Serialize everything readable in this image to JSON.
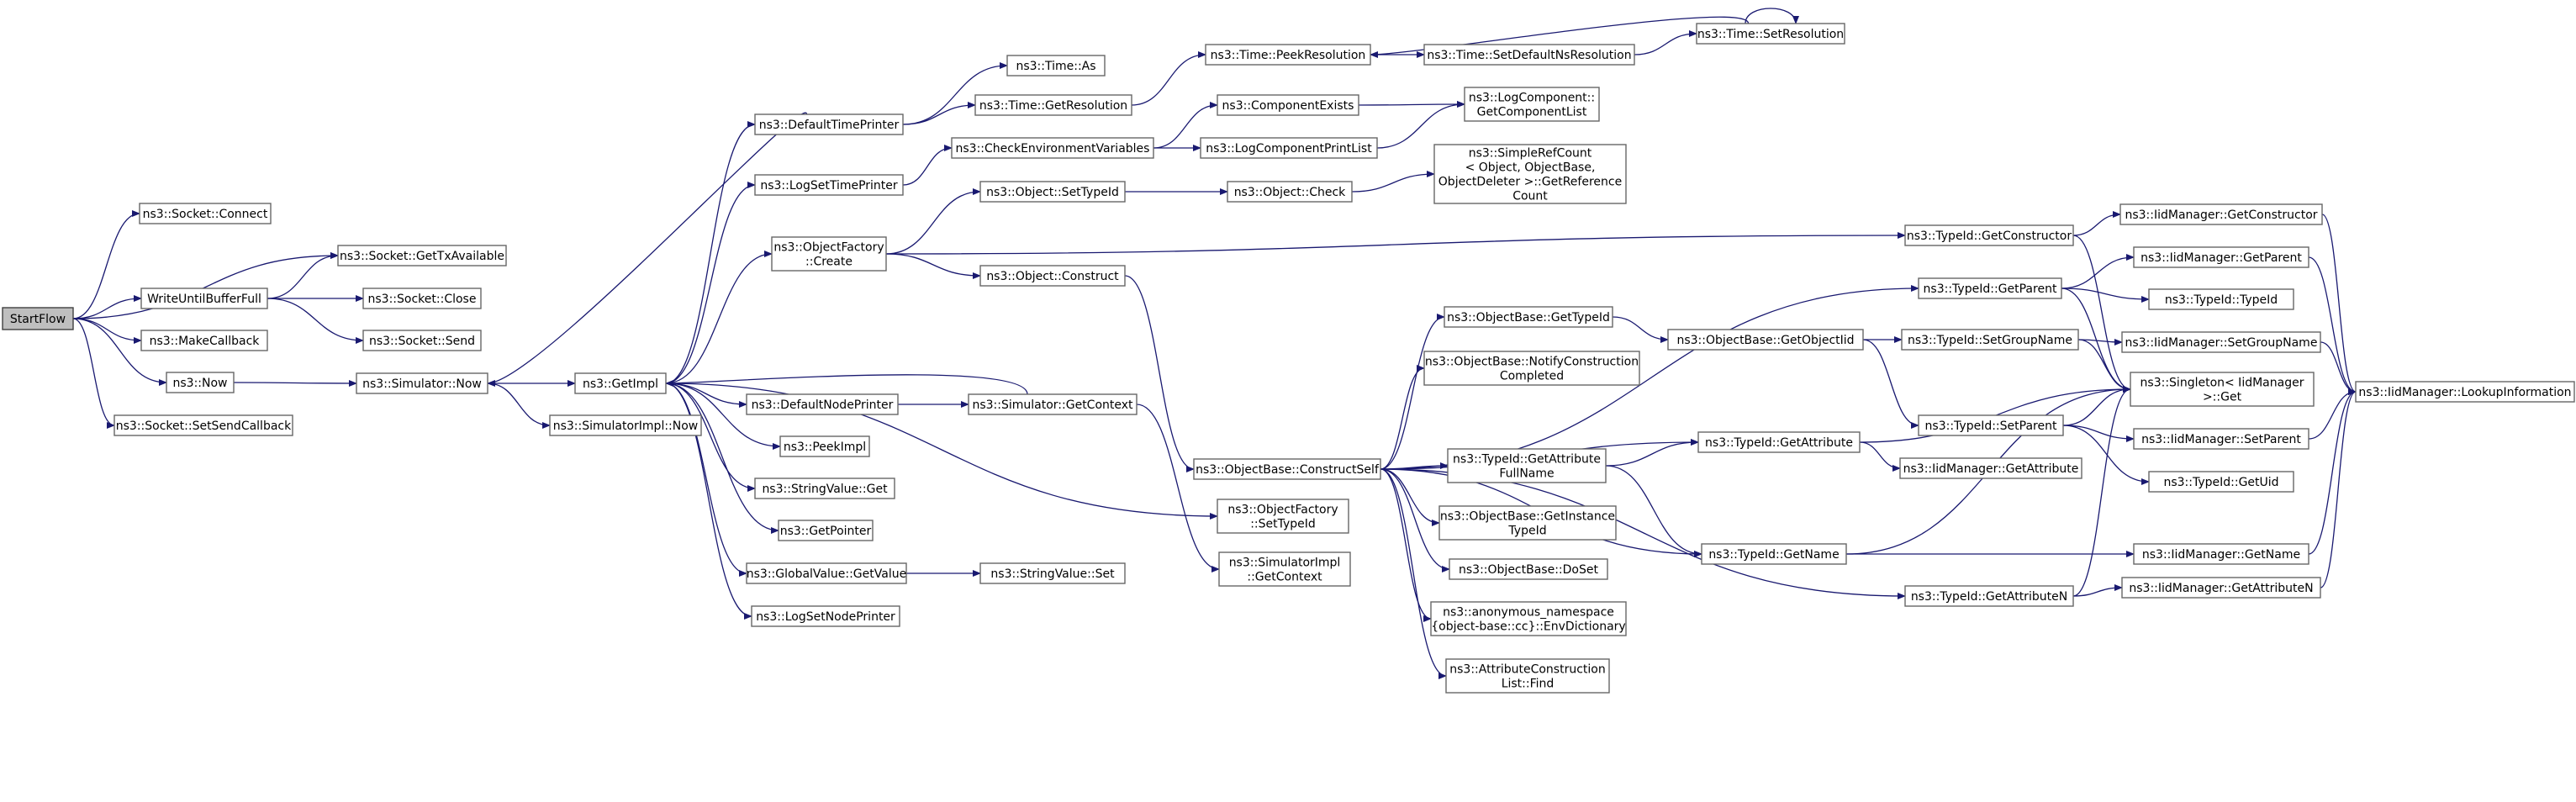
{
  "nodes": {
    "startflow": [
      "StartFlow"
    ],
    "socket-connect": [
      "ns3::Socket::Connect"
    ],
    "socket-gettxavailable": [
      "ns3::Socket::GetTxAvailable"
    ],
    "writeuntilbufferfull": [
      "WriteUntilBufferFull"
    ],
    "socket-close": [
      "ns3::Socket::Close"
    ],
    "makecallback": [
      "ns3::MakeCallback"
    ],
    "socket-send": [
      "ns3::Socket::Send"
    ],
    "now": [
      "ns3::Now"
    ],
    "simulator-now": [
      "ns3::Simulator::Now"
    ],
    "socket-setsendcallback": [
      "ns3::Socket::SetSendCallback"
    ],
    "simulatorimpl-now": [
      "ns3::SimulatorImpl::Now"
    ],
    "getimpl": [
      "ns3::GetImpl"
    ],
    "defaulttimeprinter": [
      "ns3::DefaultTimePrinter"
    ],
    "logsettimeprinter": [
      "ns3::LogSetTimePrinter"
    ],
    "objectfactory-create": [
      "ns3::ObjectFactory",
      "::Create"
    ],
    "defaultnodeprinter": [
      "ns3::DefaultNodePrinter"
    ],
    "peekimpl": [
      "ns3::PeekImpl"
    ],
    "stringvalue-get": [
      "ns3::StringValue::Get"
    ],
    "getpointer": [
      "ns3::GetPointer"
    ],
    "globalvalue-getvalue": [
      "ns3::GlobalValue::GetValue"
    ],
    "logsetnodeprinter": [
      "ns3::LogSetNodePrinter"
    ],
    "time-as": [
      "ns3::Time::As"
    ],
    "time-getresolution": [
      "ns3::Time::GetResolution"
    ],
    "checkenvironmentvariables": [
      "ns3::CheckEnvironmentVariables"
    ],
    "object-settypeid": [
      "ns3::Object::SetTypeId"
    ],
    "object-construct": [
      "ns3::Object::Construct"
    ],
    "simulator-getcontext": [
      "ns3::Simulator::GetContext"
    ],
    "stringvalue-set": [
      "ns3::StringValue::Set"
    ],
    "objectfactory-settypeid": [
      "ns3::ObjectFactory",
      "::SetTypeId"
    ],
    "simulatorimpl-getcontext": [
      "ns3::SimulatorImpl",
      "::GetContext"
    ],
    "time-peekresolution": [
      "ns3::Time::PeekResolution"
    ],
    "componentexists": [
      "ns3::ComponentExists"
    ],
    "logcomponentprintlist": [
      "ns3::LogComponentPrintList"
    ],
    "object-check": [
      "ns3::Object::Check"
    ],
    "objectbase-constructself": [
      "ns3::ObjectBase::ConstructSelf"
    ],
    "time-setdefaultnsresolution": [
      "ns3::Time::SetDefaultNsResolution"
    ],
    "logcomponent-getcomponentlist": [
      "ns3::LogComponent::",
      "GetComponentList"
    ],
    "simplerefcount-getreferencecount": [
      "ns3::SimpleRefCount",
      "< Object, ObjectBase,",
      " ObjectDeleter >::GetReference",
      "Count"
    ],
    "objectbase-gettypeid": [
      "ns3::ObjectBase::GetTypeId"
    ],
    "objectbase-notifyconstructioncompleted": [
      "ns3::ObjectBase::NotifyConstruction",
      "Completed"
    ],
    "typeid-getattributefullname": [
      "ns3::TypeId::GetAttribute",
      "FullName"
    ],
    "objectbase-getinstancetypeid": [
      "ns3::ObjectBase::GetInstance",
      "TypeId"
    ],
    "objectbase-doset": [
      "ns3::ObjectBase::DoSet"
    ],
    "anon-envdictionary": [
      "ns3::anonymous_namespace",
      "{object-base::cc}::EnvDictionary"
    ],
    "attributeconstructionlist-find": [
      "ns3::AttributeConstruction",
      "List::Find"
    ],
    "time-setresolution": [
      "ns3::Time::SetResolution"
    ],
    "objectbase-getobjectiid": [
      "ns3::ObjectBase::GetObjectIid"
    ],
    "typeid-getattribute": [
      "ns3::TypeId::GetAttribute"
    ],
    "typeid-getname": [
      "ns3::TypeId::GetName"
    ],
    "typeid-getconstructor": [
      "ns3::TypeId::GetConstructor"
    ],
    "typeid-getparent": [
      "ns3::TypeId::GetParent"
    ],
    "typeid-setgroupname": [
      "ns3::TypeId::SetGroupName"
    ],
    "typeid-setparent": [
      "ns3::TypeId::SetParent"
    ],
    "iidmanager-getattribute": [
      "ns3::IidManager::GetAttribute"
    ],
    "typeid-getattributen": [
      "ns3::TypeId::GetAttributeN"
    ],
    "iidmanager-getconstructor": [
      "ns3::IidManager::GetConstructor"
    ],
    "iidmanager-getparent": [
      "ns3::IidManager::GetParent"
    ],
    "typeid-typeid": [
      "ns3::TypeId::TypeId"
    ],
    "iidmanager-setgroupname": [
      "ns3::IidManager::SetGroupName"
    ],
    "singleton-get": [
      "ns3::Singleton< IidManager",
      " >::Get"
    ],
    "iidmanager-setparent": [
      "ns3::IidManager::SetParent"
    ],
    "typeid-getuid": [
      "ns3::TypeId::GetUid"
    ],
    "iidmanager-getname": [
      "ns3::IidManager::GetName"
    ],
    "iidmanager-getattributen": [
      "ns3::IidManager::GetAttributeN"
    ],
    "iidmanager-lookupinformation": [
      "ns3::IidManager::LookupInformation"
    ]
  },
  "edges": [
    [
      "startflow",
      "socket-connect"
    ],
    [
      "startflow",
      "socket-gettxavailable"
    ],
    [
      "startflow",
      "writeuntilbufferfull"
    ],
    [
      "startflow",
      "makecallback"
    ],
    [
      "startflow",
      "now"
    ],
    [
      "startflow",
      "socket-setsendcallback"
    ],
    [
      "writeuntilbufferfull",
      "socket-gettxavailable"
    ],
    [
      "writeuntilbufferfull",
      "socket-close"
    ],
    [
      "writeuntilbufferfull",
      "socket-send"
    ],
    [
      "now",
      "simulator-now"
    ],
    [
      "simulator-now",
      "getimpl"
    ],
    [
      "simulator-now",
      "simulatorimpl-now"
    ],
    [
      "getimpl",
      "defaulttimeprinter"
    ],
    [
      "getimpl",
      "logsettimeprinter"
    ],
    [
      "getimpl",
      "objectfactory-create"
    ],
    [
      "getimpl",
      "defaultnodeprinter"
    ],
    [
      "getimpl",
      "peekimpl"
    ],
    [
      "getimpl",
      "stringvalue-get"
    ],
    [
      "getimpl",
      "getpointer"
    ],
    [
      "getimpl",
      "globalvalue-getvalue"
    ],
    [
      "getimpl",
      "logsetnodeprinter"
    ],
    [
      "getimpl",
      "objectfactory-settypeid"
    ],
    [
      "defaulttimeprinter",
      "time-as"
    ],
    [
      "defaulttimeprinter",
      "time-getresolution"
    ],
    [
      "defaulttimeprinter",
      "simulator-now"
    ],
    [
      "time-getresolution",
      "time-peekresolution"
    ],
    [
      "time-peekresolution",
      "time-setdefaultnsresolution"
    ],
    [
      "time-setdefaultnsresolution",
      "time-setresolution"
    ],
    [
      "time-setresolution",
      "time-peekresolution"
    ],
    [
      "time-setresolution",
      "time-setresolution"
    ],
    [
      "logsettimeprinter",
      "checkenvironmentvariables"
    ],
    [
      "checkenvironmentvariables",
      "componentexists"
    ],
    [
      "checkenvironmentvariables",
      "logcomponentprintlist"
    ],
    [
      "componentexists",
      "logcomponent-getcomponentlist"
    ],
    [
      "logcomponentprintlist",
      "logcomponent-getcomponentlist"
    ],
    [
      "objectfactory-create",
      "object-settypeid"
    ],
    [
      "objectfactory-create",
      "object-construct"
    ],
    [
      "objectfactory-create",
      "typeid-getconstructor"
    ],
    [
      "object-settypeid",
      "object-check"
    ],
    [
      "object-check",
      "simplerefcount-getreferencecount"
    ],
    [
      "object-construct",
      "objectbase-constructself"
    ],
    [
      "defaultnodeprinter",
      "simulator-getcontext"
    ],
    [
      "simulator-getcontext",
      "getimpl"
    ],
    [
      "simulator-getcontext",
      "simulatorimpl-getcontext"
    ],
    [
      "globalvalue-getvalue",
      "stringvalue-set"
    ],
    [
      "objectbase-constructself",
      "objectbase-gettypeid"
    ],
    [
      "objectbase-constructself",
      "objectbase-notifyconstructioncompleted"
    ],
    [
      "objectbase-constructself",
      "typeid-getparent"
    ],
    [
      "objectbase-constructself",
      "typeid-getattribute"
    ],
    [
      "objectbase-constructself",
      "typeid-getattributefullname"
    ],
    [
      "objectbase-constructself",
      "objectbase-getinstancetypeid"
    ],
    [
      "objectbase-constructself",
      "objectbase-doset"
    ],
    [
      "objectbase-constructself",
      "anon-envdictionary"
    ],
    [
      "objectbase-constructself",
      "attributeconstructionlist-find"
    ],
    [
      "objectbase-constructself",
      "typeid-getname"
    ],
    [
      "objectbase-constructself",
      "typeid-getattributen"
    ],
    [
      "objectbase-gettypeid",
      "objectbase-getobjectiid"
    ],
    [
      "objectbase-getobjectiid",
      "typeid-setgroupname"
    ],
    [
      "objectbase-getobjectiid",
      "typeid-setparent"
    ],
    [
      "typeid-getattributefullname",
      "typeid-getattribute"
    ],
    [
      "typeid-getattributefullname",
      "typeid-getname"
    ],
    [
      "typeid-getattribute",
      "iidmanager-getattribute"
    ],
    [
      "typeid-getattribute",
      "singleton-get"
    ],
    [
      "typeid-getname",
      "iidmanager-getname"
    ],
    [
      "typeid-getname",
      "singleton-get"
    ],
    [
      "typeid-getconstructor",
      "iidmanager-getconstructor"
    ],
    [
      "typeid-getconstructor",
      "singleton-get"
    ],
    [
      "typeid-getparent",
      "iidmanager-getparent"
    ],
    [
      "typeid-getparent",
      "typeid-typeid"
    ],
    [
      "typeid-getparent",
      "singleton-get"
    ],
    [
      "typeid-setgroupname",
      "iidmanager-setgroupname"
    ],
    [
      "typeid-setgroupname",
      "singleton-get"
    ],
    [
      "typeid-setparent",
      "iidmanager-setparent"
    ],
    [
      "typeid-setparent",
      "typeid-getuid"
    ],
    [
      "typeid-setparent",
      "singleton-get"
    ],
    [
      "typeid-getattributen",
      "iidmanager-getattributen"
    ],
    [
      "typeid-getattributen",
      "singleton-get"
    ],
    [
      "iidmanager-getconstructor",
      "iidmanager-lookupinformation"
    ],
    [
      "iidmanager-getparent",
      "iidmanager-lookupinformation"
    ],
    [
      "iidmanager-setgroupname",
      "iidmanager-lookupinformation"
    ],
    [
      "iidmanager-setparent",
      "iidmanager-lookupinformation"
    ],
    [
      "iidmanager-getname",
      "iidmanager-lookupinformation"
    ],
    [
      "iidmanager-getattributen",
      "iidmanager-lookupinformation"
    ]
  ],
  "colors": {
    "edge": "#191970",
    "node_border": "#666666",
    "root_fill": "#bfbfbf"
  }
}
